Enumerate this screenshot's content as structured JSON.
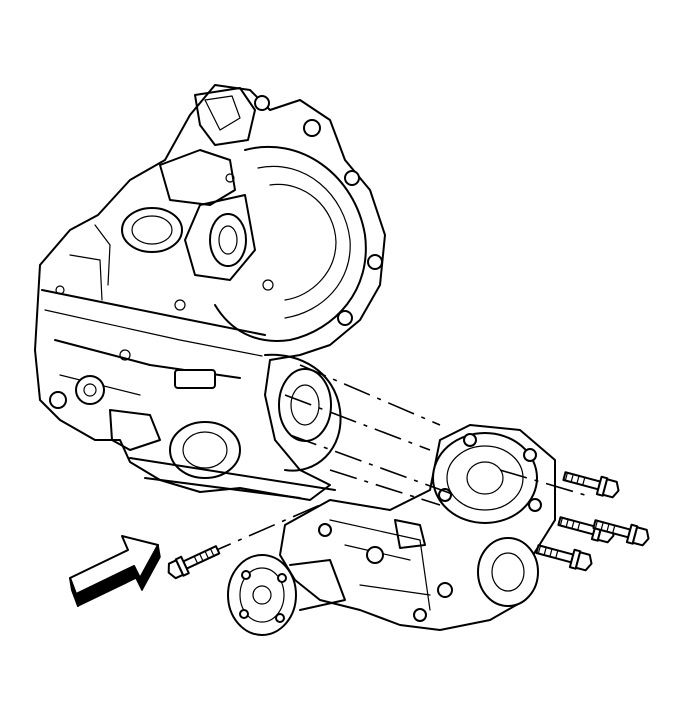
{
  "figure": {
    "caption": "",
    "components": [
      "transaxle-case",
      "power-transfer-unit",
      "mounting-bolts",
      "view-direction-arrow"
    ],
    "bolt_count": 5,
    "view_arrow_direction": "upper-right",
    "line_color": "#000000",
    "background_color": "#ffffff"
  }
}
